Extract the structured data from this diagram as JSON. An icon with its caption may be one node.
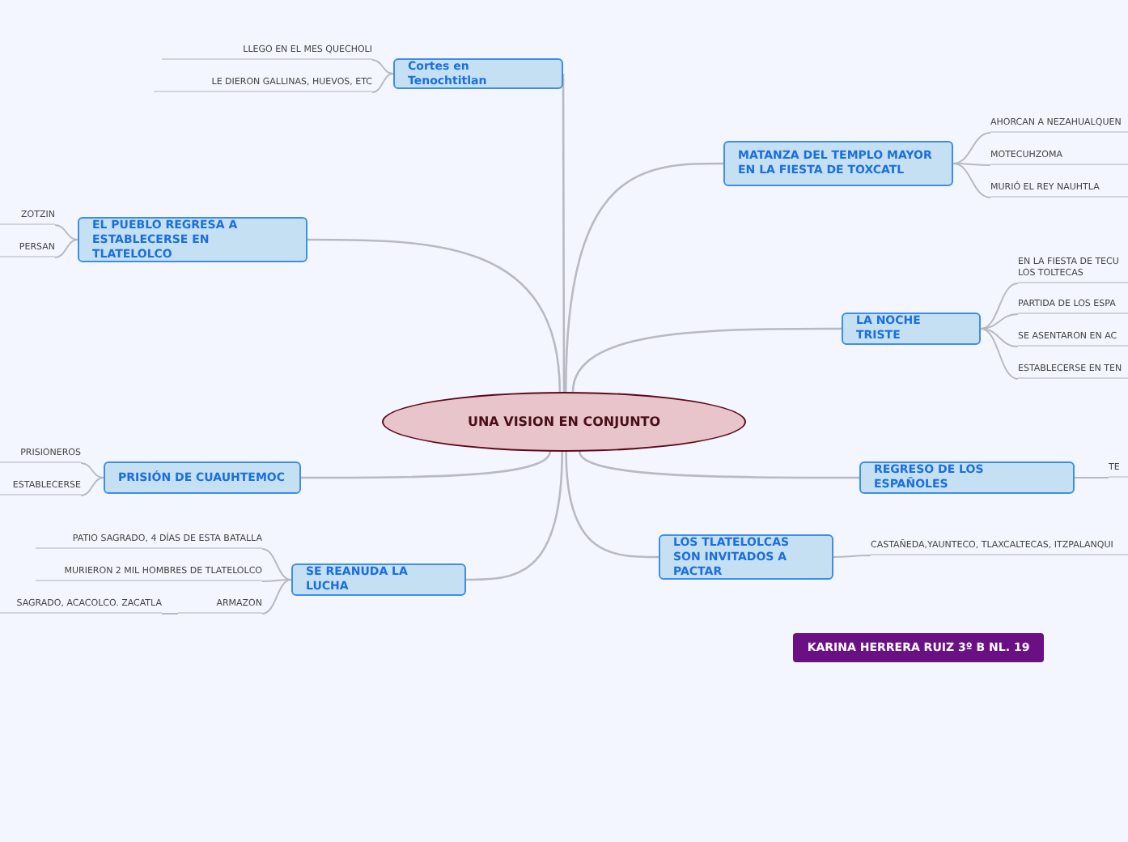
{
  "diagram": {
    "nodes": [
      {
        "text": [
          "UNA VISION EN CONJUNTO"
        ]
      },
      {
        "text": [
          "Cortes en Tenochtitlan"
        ]
      },
      {
        "text": [
          "LLEGO EN EL MES QUECHOLI"
        ]
      },
      {
        "text": [
          "LE DIERON GALLINAS, HUEVOS, ETC"
        ]
      },
      {
        "text": [
          "EL PUEBLO REGRESA A ESTABLECERSE EN TLATELOLCO"
        ]
      },
      {
        "text": [
          "ZOTZIN"
        ]
      },
      {
        "text": [
          "PERSAN"
        ]
      },
      {
        "text": [
          "PRISIÓN DE CUAUHTEMOC"
        ]
      },
      {
        "text": [
          "PRISIONEROS"
        ]
      },
      {
        "text": [
          "ESTABLECERSE"
        ]
      },
      {
        "text": [
          "SE REANUDA LA LUCHA"
        ]
      },
      {
        "text": [
          "PATIO SAGRADO, 4 DÍAS DE ESTA BATALLA"
        ]
      },
      {
        "text": [
          "MURIERON 2 MIL HOMBRES DE TLATELOLCO"
        ]
      },
      {
        "text": [
          "SAGRADO, ACACOLCO. ZACATLA"
        ]
      },
      {
        "text": [
          "ARMAZON"
        ]
      },
      {
        "text": [
          "MATANZA DEL TEMPLO MAYOR EN LA FIESTA DE TOXCATL"
        ]
      },
      {
        "text": [
          "AHORCAN A NEZAHUALQUEN"
        ]
      },
      {
        "text": [
          "MOTECUHZOMA"
        ]
      },
      {
        "text": [
          "MURIÓ EL REY NAUHTLA"
        ]
      },
      {
        "text": [
          "LA NOCHE TRISTE"
        ]
      },
      {
        "text": [
          "EN LA FIESTA DE TECU LOS TOLTECAS"
        ]
      },
      {
        "text": [
          "PARTIDA DE LOS ESPA"
        ]
      },
      {
        "text": [
          "SE ASENTARON EN AC"
        ]
      },
      {
        "text": [
          "ESTABLECERSE EN TEN"
        ]
      },
      {
        "text": [
          "REGRESO DE LOS ESPAÑOLES"
        ]
      },
      {
        "text": [
          "TE"
        ]
      },
      {
        "text": [
          "LOS TLATELOLCAS SON INVITADOS A PACTAR"
        ]
      },
      {
        "text": [
          "CASTAÑEDA,YAUNTECO, TLAXCALTECAS, ITZPALANQUI"
        ]
      },
      {
        "text": [
          "KARINA HERRERA RUIZ 3º B NL. 19"
        ]
      }
    ],
    "edges": [
      {
        "from": 0,
        "to": 1,
        "arrow": "none"
      },
      {
        "from": 0,
        "to": 4,
        "arrow": "none"
      },
      {
        "from": 0,
        "to": 7,
        "arrow": "none"
      },
      {
        "from": 0,
        "to": 10,
        "arrow": "none"
      },
      {
        "from": 0,
        "to": 15,
        "arrow": "none"
      },
      {
        "from": 0,
        "to": 19,
        "arrow": "none"
      },
      {
        "from": 0,
        "to": 24,
        "arrow": "none"
      },
      {
        "from": 0,
        "to": 26,
        "arrow": "none"
      },
      {
        "from": 1,
        "to": 2,
        "arrow": "none"
      },
      {
        "from": 1,
        "to": 3,
        "arrow": "none"
      },
      {
        "from": 4,
        "to": 5,
        "arrow": "none"
      },
      {
        "from": 4,
        "to": 6,
        "arrow": "none"
      },
      {
        "from": 7,
        "to": 8,
        "arrow": "none"
      },
      {
        "from": 7,
        "to": 9,
        "arrow": "none"
      },
      {
        "from": 10,
        "to": 11,
        "arrow": "none"
      },
      {
        "from": 10,
        "to": 12,
        "arrow": "none"
      },
      {
        "from": 10,
        "to": 14,
        "arrow": "none"
      },
      {
        "from": 14,
        "to": 13,
        "arrow": "none"
      },
      {
        "from": 15,
        "to": 16,
        "arrow": "none"
      },
      {
        "from": 15,
        "to": 17,
        "arrow": "none"
      },
      {
        "from": 15,
        "to": 18,
        "arrow": "none"
      },
      {
        "from": 19,
        "to": 20,
        "arrow": "none"
      },
      {
        "from": 19,
        "to": 21,
        "arrow": "none"
      },
      {
        "from": 19,
        "to": 22,
        "arrow": "none"
      },
      {
        "from": 19,
        "to": 23,
        "arrow": "none"
      },
      {
        "from": 24,
        "to": 25,
        "arrow": "none"
      },
      {
        "from": 26,
        "to": 27,
        "arrow": "none"
      }
    ]
  }
}
